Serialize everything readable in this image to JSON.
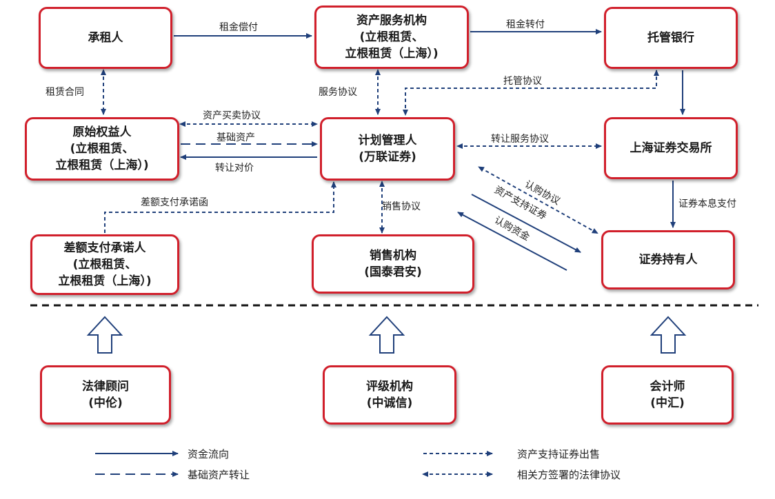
{
  "nodes": {
    "lessee": "承租人",
    "asset_service": "资产服务机构\n(立根租赁、\n立根租赁（上海）)",
    "custodian": "托管银行",
    "originator": "原始权益人\n(立根租赁、\n立根租赁（上海）)",
    "manager": "计划管理人\n(万联证券)",
    "exchange": "上海证券交易所",
    "guarantor": "差额支付承诺人\n(立根租赁、\n立根租赁（上海）)",
    "sales": "销售机构\n(国泰君安)",
    "holder": "证券持有人",
    "legal": "法律顾问\n(中伦)",
    "rating": "评级机构\n(中诚信)",
    "accountant": "会计师\n(中汇)"
  },
  "edges": {
    "rent_pay": "租金偿付",
    "rent_transfer": "租金转付",
    "lease_contract": "租赁合同",
    "service_agreement": "服务协议",
    "custody_agreement": "托管协议",
    "asset_sale_agreement": "资产买卖协议",
    "base_asset": "基础资产",
    "transfer_price": "转让对价",
    "transfer_service": "转让服务协议",
    "securities_payment": "证券本息支付",
    "subscription_agreement": "认购协议",
    "abs": "资产支持证券",
    "subscription_funds": "认购资金",
    "sales_agreement": "销售协议",
    "guarantee_letter": "差额支付承诺函"
  },
  "legend": {
    "fund_flow": "资金流向",
    "abs_sale": "资产支持证券出售",
    "asset_transfer": "基础资产转让",
    "legal_agreement": "相关方签署的法律协议"
  },
  "colors": {
    "box_border": "#d11f2b",
    "line": "#1f3f7a"
  }
}
